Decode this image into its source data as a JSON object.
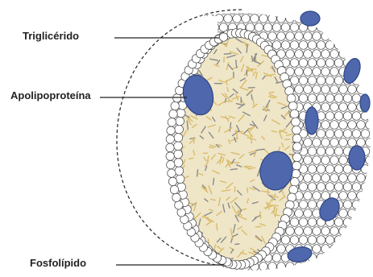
{
  "labels": {
    "triglyceride": "Triglicérido",
    "apolipoprotein": "Apolipoproteína",
    "phospholipid": "Fosfolípido"
  },
  "colors": {
    "apolipoprotein_fill": "#4f67ad",
    "apolipoprotein_dark": "#2f4684",
    "lipid_tail": "#d9bb6a",
    "phospholipid_head": "#ffffff",
    "outline": "#444444"
  }
}
